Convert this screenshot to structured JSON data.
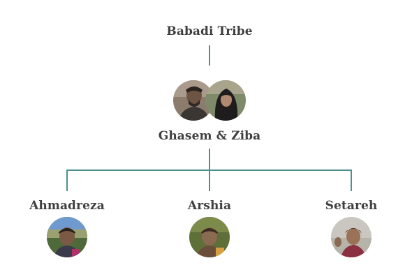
{
  "title": "Babadi Tribe",
  "couple": {
    "label": "Ghasem & Ziba",
    "photo_left": "father-portrait-photo",
    "photo_right": "mother-portrait-photo"
  },
  "children": [
    {
      "name": "Ahmadreza",
      "photo": "boy-portrait-photo"
    },
    {
      "name": "Arshia",
      "photo": "boy-portrait-photo"
    },
    {
      "name": "Setareh",
      "photo": "girl-portrait-photo"
    }
  ],
  "colors": {
    "connector": "#4e8f8f",
    "text": "#3f3f3f"
  }
}
